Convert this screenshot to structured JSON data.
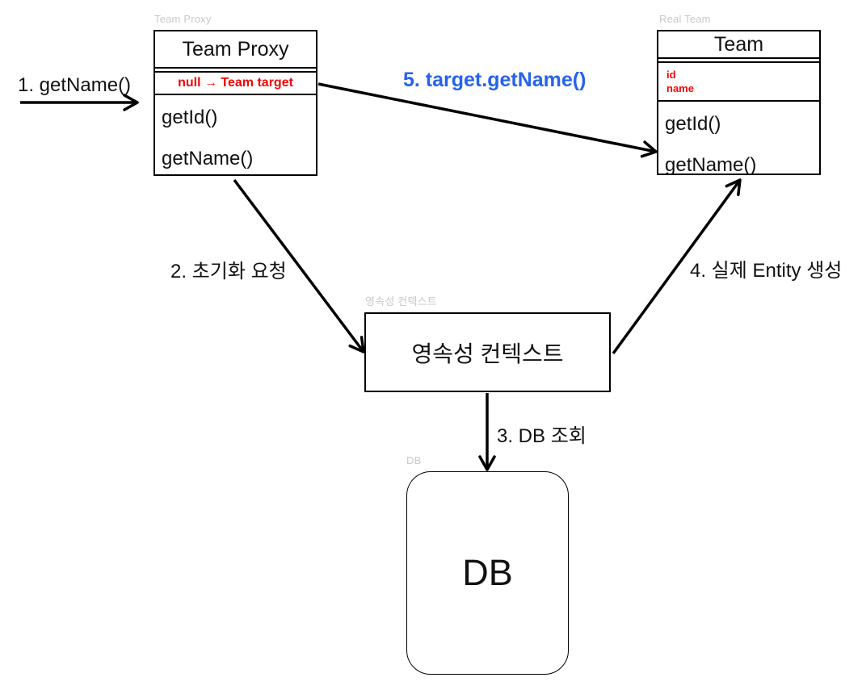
{
  "colors": {
    "red": "#f20505",
    "blue": "#2563eb",
    "ghost": "#c9c9c9",
    "stroke": "#000000"
  },
  "nodes": {
    "proxy": {
      "ghost_label": "Team Proxy",
      "title": "Team Proxy",
      "target_field": "null → Team target",
      "methods": [
        "getId()",
        "getName()"
      ]
    },
    "team": {
      "ghost_label": "Real Team",
      "title": "Team",
      "fields": [
        "id",
        "name"
      ],
      "methods": [
        "getId()",
        "getName()"
      ]
    },
    "persistence_context": {
      "ghost_label": "영속성 컨텍스트",
      "title": "영속성 컨텍스트"
    },
    "db": {
      "ghost_label": "DB",
      "title": "DB"
    }
  },
  "arrows": [
    {
      "id": "step1",
      "label": "1. getName()"
    },
    {
      "id": "step2",
      "label": "2. 초기화 요청"
    },
    {
      "id": "step3",
      "label": "3. DB 조회"
    },
    {
      "id": "step4",
      "label": "4. 실제 Entity 생성"
    },
    {
      "id": "step5",
      "label": "5. target.getName()"
    }
  ]
}
